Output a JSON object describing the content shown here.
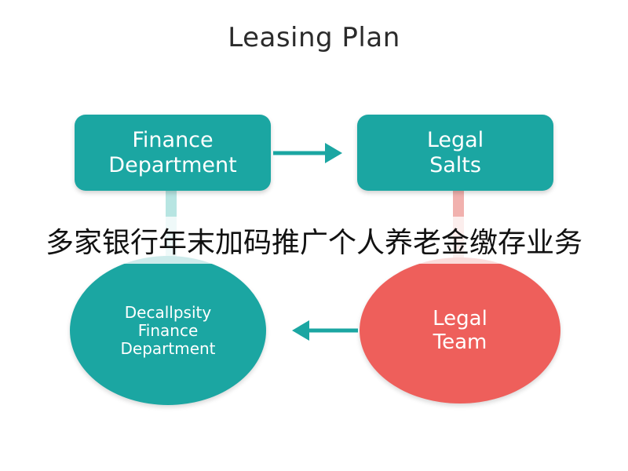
{
  "title": "Leasing Plan",
  "nodes": {
    "finance": [
      "Finance",
      "Department"
    ],
    "legal_salts": [
      "Legal",
      "Salts"
    ],
    "decallpsity": [
      "Decallpsity",
      "Finance",
      "Department"
    ],
    "legal_team": [
      "Legal",
      "Team"
    ]
  },
  "overlay_caption": "多家银行年末加码推广个人养老金缴存业务",
  "colors": {
    "teal": "#1ba6a2",
    "coral": "#ee5f5b",
    "teal_connector": "#b7e5e2",
    "coral_connector": "#f1b1ae"
  }
}
